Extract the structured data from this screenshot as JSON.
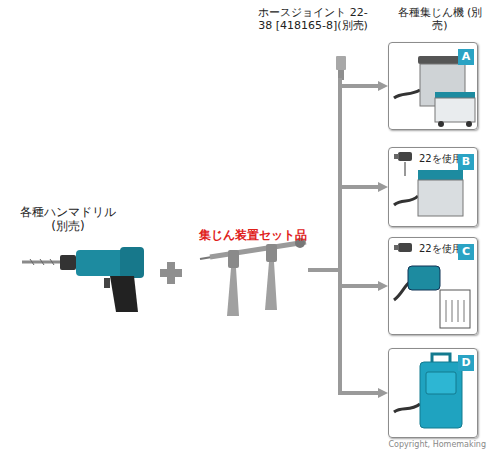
{
  "diagram": {
    "nodes": [
      {
        "text": [
          "各種ハンマドリル (別売)"
        ]
      },
      {
        "text": [
          "集じん装置セット品"
        ]
      },
      {
        "text": [
          "A"
        ]
      },
      {
        "text": [
          "22を使用",
          "B"
        ]
      },
      {
        "text": [
          "22を使用",
          "C"
        ]
      },
      {
        "text": [
          "D"
        ]
      }
    ],
    "edges": [
      {
        "from": 1,
        "to": 2,
        "arrow": "to"
      },
      {
        "from": 1,
        "to": 3,
        "arrow": "to"
      },
      {
        "from": 1,
        "to": 4,
        "arrow": "to"
      },
      {
        "from": 1,
        "to": 5,
        "arrow": "to"
      }
    ],
    "labels": [
      "ホースジョイント 22-38 [418165-8](別売)",
      "各種集じん機 (別売)",
      "Copyright, Homemaking"
    ]
  }
}
